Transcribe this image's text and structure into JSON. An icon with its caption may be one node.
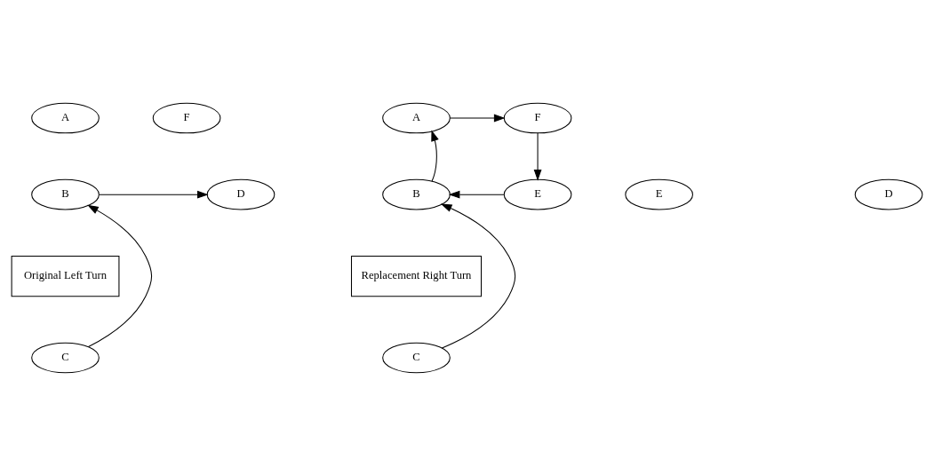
{
  "diagram": {
    "nodes": [
      {
        "text": [
          "A"
        ]
      },
      {
        "text": [
          "F"
        ]
      },
      {
        "text": [
          "D"
        ]
      },
      {
        "text": [
          "B"
        ]
      },
      {
        "text": [
          "E"
        ]
      },
      {
        "text": [
          "Original Left Turn"
        ]
      },
      {
        "text": [
          "C"
        ]
      },
      {
        "text": [
          "A"
        ]
      },
      {
        "text": [
          "F"
        ]
      },
      {
        "text": [
          "D"
        ]
      },
      {
        "text": [
          "B"
        ]
      },
      {
        "text": [
          "E"
        ]
      },
      {
        "text": [
          "Replacement Right Turn"
        ]
      },
      {
        "text": [
          "C"
        ]
      }
    ],
    "edges": [
      {
        "from": 3,
        "to": 2,
        "arrow": "to"
      },
      {
        "from": 6,
        "to": 3,
        "arrow": "to"
      },
      {
        "from": 13,
        "to": 10,
        "arrow": "to"
      },
      {
        "from": 10,
        "to": 7,
        "arrow": "to"
      },
      {
        "from": 7,
        "to": 8,
        "arrow": "to"
      },
      {
        "from": 8,
        "to": 11,
        "arrow": "to"
      },
      {
        "from": 11,
        "to": 10,
        "arrow": "to"
      }
    ]
  }
}
